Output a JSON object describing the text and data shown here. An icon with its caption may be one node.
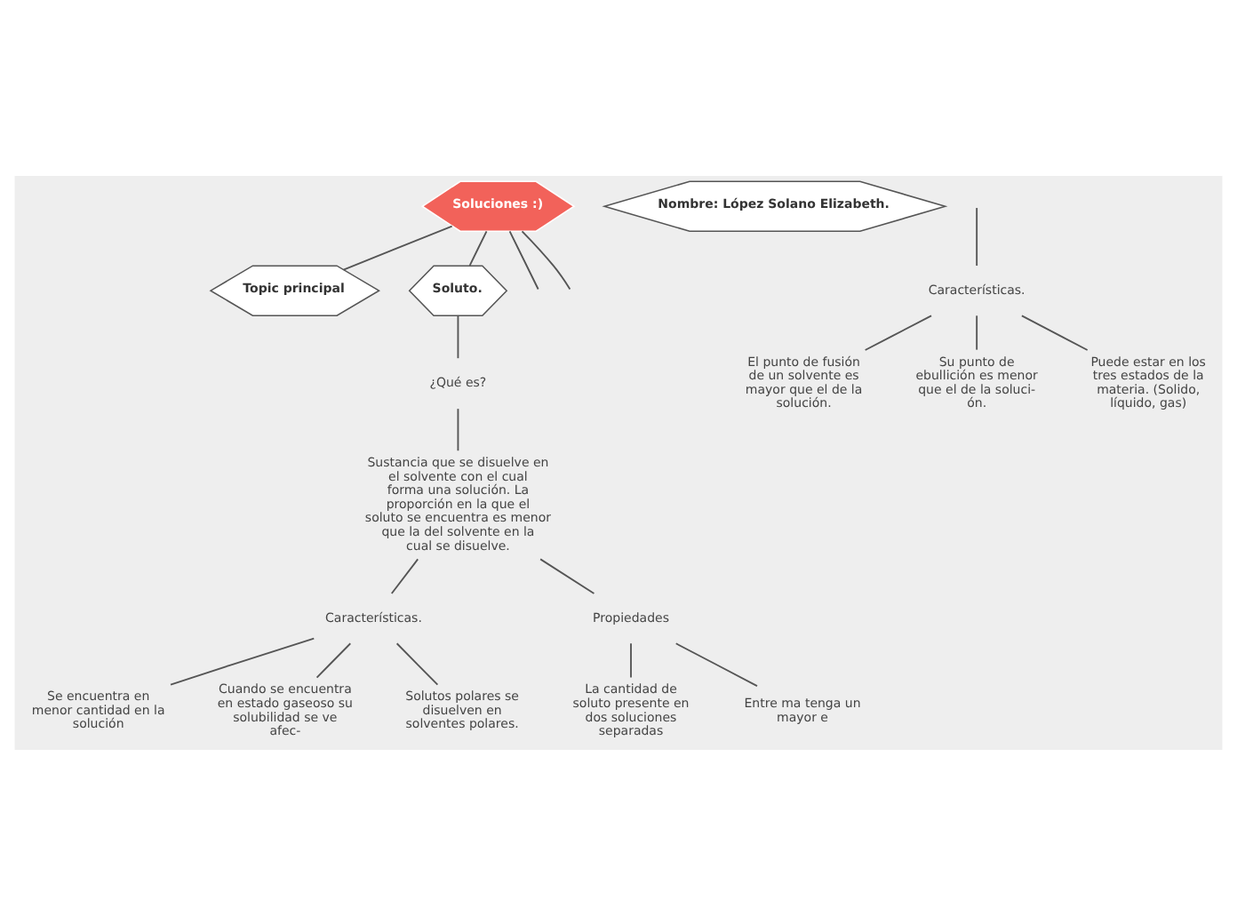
{
  "diagram": {
    "nodes": [
      {
        "text": [
          "Soluciones :)"
        ]
      },
      {
        "text": [
          "Nombre: López Solano Elizabeth."
        ]
      },
      {
        "text": [
          "Topic principal"
        ]
      },
      {
        "text": [
          "Soluto."
        ]
      },
      {
        "text": [
          "Características."
        ]
      },
      {
        "text": [
          "El punto de fusión de un solvente es mayor que el de la solución."
        ]
      },
      {
        "text": [
          "Su punto de ebullición es menor que el de la soluci-ón."
        ]
      },
      {
        "text": [
          "Puede estar en los tres estados de la materia. (Solido, líquido, gas)"
        ]
      },
      {
        "text": [
          "¿Qué es?"
        ]
      },
      {
        "text": [
          "Sustancia que se disuelve en el solvente con el cual forma una solución. La proporción en la que el soluto se encuentra es menor que la del solvente en la cual se disuelve."
        ]
      },
      {
        "text": [
          "Características."
        ]
      },
      {
        "text": [
          "Propiedades"
        ]
      },
      {
        "text": [
          "Se encuentra en menor cantidad en la solución"
        ]
      },
      {
        "text": [
          "Cuando se encuentra en estado gaseoso su solubilidad se ve afec-"
        ]
      },
      {
        "text": [
          "Solutos polares se disuelven en solventes polares."
        ]
      },
      {
        "text": [
          "La cantidad de soluto presente en dos soluciones separadas"
        ]
      },
      {
        "text": [
          "Entre ma tenga un mayor e"
        ]
      }
    ],
    "edges": [
      {
        "from": 0,
        "to": null,
        "arrow": "none"
      },
      {
        "from": 0,
        "to": 2,
        "arrow": "none"
      },
      {
        "from": 0,
        "to": 3,
        "arrow": "none"
      },
      {
        "from": 0,
        "to": null,
        "arrow": "none"
      },
      {
        "from": null,
        "to": 4,
        "arrow": "none"
      },
      {
        "from": 4,
        "to": 5,
        "arrow": "none"
      },
      {
        "from": 4,
        "to": 6,
        "arrow": "none"
      },
      {
        "from": 4,
        "to": 7,
        "arrow": "none"
      },
      {
        "from": 3,
        "to": 8,
        "arrow": "none"
      },
      {
        "from": 8,
        "to": 9,
        "arrow": "none"
      },
      {
        "from": 9,
        "to": 10,
        "arrow": "none"
      },
      {
        "from": 9,
        "to": 11,
        "arrow": "none"
      },
      {
        "from": 10,
        "to": 12,
        "arrow": "none"
      },
      {
        "from": 10,
        "to": 13,
        "arrow": "none"
      },
      {
        "from": 10,
        "to": 14,
        "arrow": "none"
      },
      {
        "from": 11,
        "to": 15,
        "arrow": "none"
      },
      {
        "from": 11,
        "to": 16,
        "arrow": "none"
      }
    ]
  }
}
